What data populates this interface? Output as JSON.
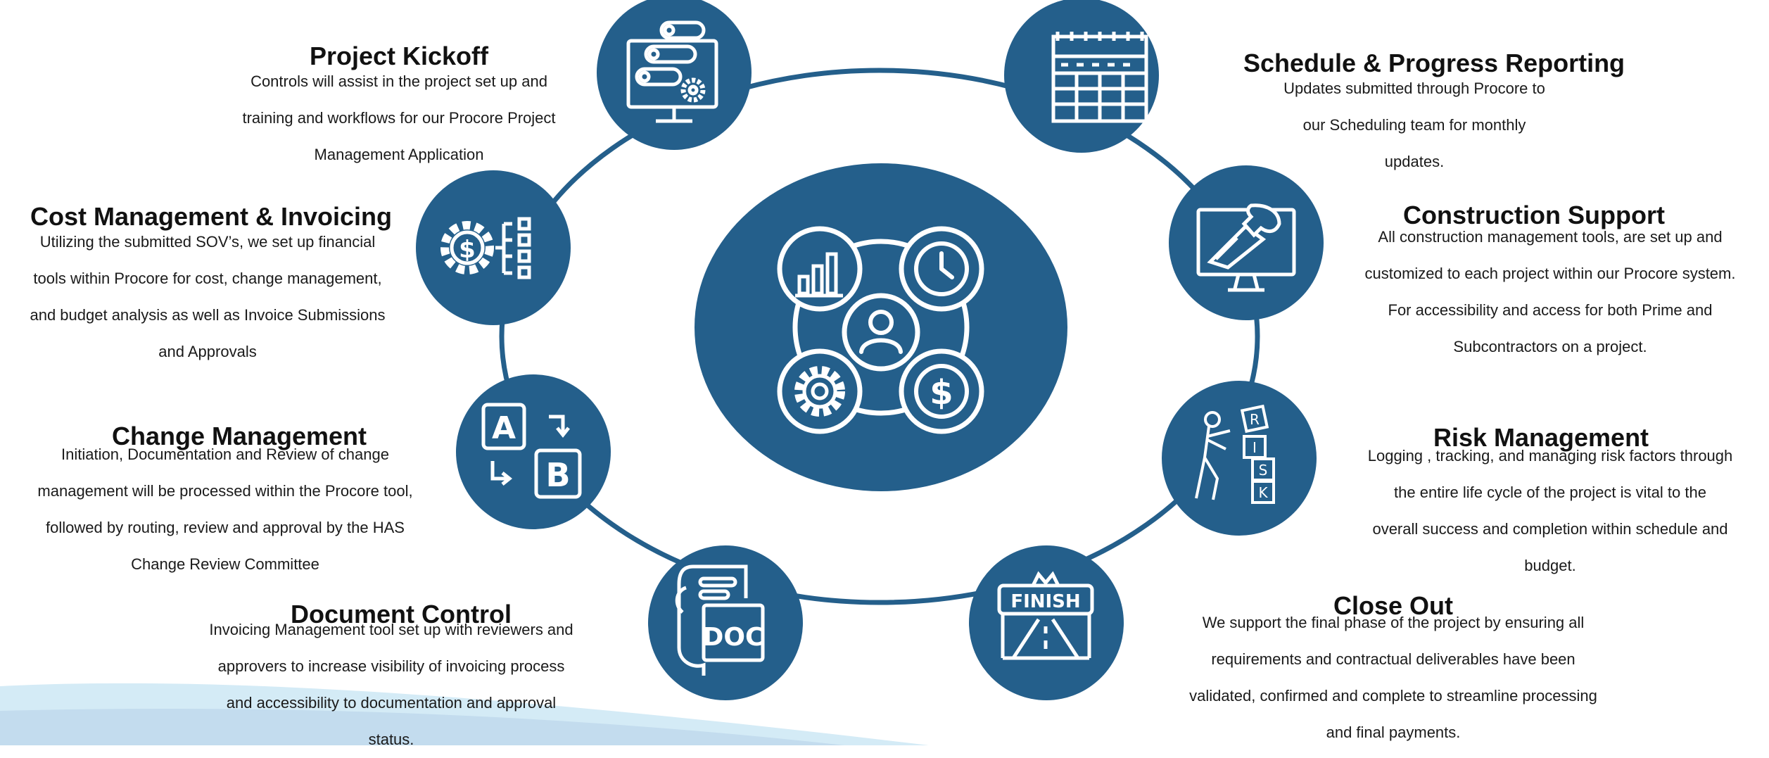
{
  "colors": {
    "primary": "#245f8b",
    "ring": "#245f8b",
    "icon": "#ffffff",
    "wave_light": "#d4ebf6",
    "wave_dark": "#b9d4e7"
  },
  "center": {
    "icons": [
      "bar-chart-icon",
      "clock-icon",
      "user-icon",
      "gear-icon",
      "dollar-icon"
    ]
  },
  "nodes": [
    {
      "key": "project-kickoff",
      "icon": "monitor-checklist-icon"
    },
    {
      "key": "schedule",
      "icon": "calendar-grid-icon"
    },
    {
      "key": "cost",
      "icon": "gear-dollar-checklist-icon"
    },
    {
      "key": "construction",
      "icon": "monitor-wrench-icon"
    },
    {
      "key": "change",
      "icon": "a-b-swap-icon"
    },
    {
      "key": "risk",
      "icon": "risk-blocks-icon"
    },
    {
      "key": "document",
      "icon": "doc-file-icon"
    },
    {
      "key": "closeout",
      "icon": "finish-line-icon"
    }
  ],
  "sections": {
    "project_kickoff": {
      "title": "Project Kickoff",
      "lines": [
        "Controls will assist in the project set up and",
        "training and workflows for our Procore Project",
        "Management Application"
      ]
    },
    "schedule": {
      "title": "Schedule & Progress Reporting",
      "lines": [
        "Updates submitted through Procore to",
        "our Scheduling team for monthly",
        "updates."
      ]
    },
    "cost": {
      "title": "Cost Management & Invoicing",
      "lines": [
        "Utilizing the submitted SOV’s, we set up financial",
        "tools within Procore for cost, change management,",
        "and budget analysis as well as Invoice Submissions",
        "and Approvals"
      ]
    },
    "construction": {
      "title": "Construction Support",
      "lines": [
        "All construction management tools, are set up and",
        "customized to each project within our Procore system.",
        "For accessibility and access for both Prime and",
        "Subcontractors on a project."
      ]
    },
    "change": {
      "title": "Change Management",
      "lines": [
        "Initiation, Documentation and Review of change",
        "management will be processed within the Procore tool,",
        "followed by routing, review and approval by the HAS",
        "Change Review Committee"
      ]
    },
    "risk": {
      "title": "Risk Management",
      "lines": [
        "Logging , tracking, and managing risk factors through",
        "the entire life cycle of the project is vital to the",
        "overall success and completion within schedule and",
        "budget."
      ]
    },
    "document": {
      "title": "Document Control",
      "lines": [
        "Invoicing Management tool set up with reviewers and",
        "approvers to increase visibility of invoicing process",
        "and accessibility to documentation and approval",
        "status."
      ]
    },
    "closeout": {
      "title": "Close Out",
      "lines": [
        "We support the final phase of the project by ensuring all",
        "requirements and contractual deliverables have been",
        "validated, confirmed and complete to streamline processing",
        "and final payments."
      ]
    },
    "risk_blocks": {
      "r": "R",
      "i": "I",
      "s": "S",
      "k": "K"
    },
    "finish_sign": "FINISH",
    "doc_label": "DOC",
    "ab_labels": {
      "a": "A",
      "b": "B"
    }
  }
}
